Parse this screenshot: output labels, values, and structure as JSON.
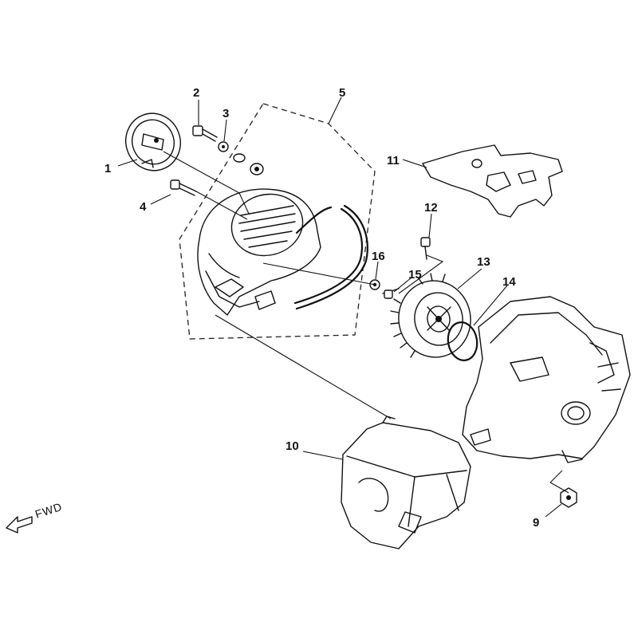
{
  "diagram": {
    "callouts": [
      {
        "id": "1",
        "label": "1"
      },
      {
        "id": "2",
        "label": "2"
      },
      {
        "id": "3",
        "label": "3"
      },
      {
        "id": "4",
        "label": "4"
      },
      {
        "id": "5",
        "label": "5"
      },
      {
        "id": "9",
        "label": "9"
      },
      {
        "id": "10",
        "label": "10"
      },
      {
        "id": "11",
        "label": "11"
      },
      {
        "id": "12",
        "label": "12"
      },
      {
        "id": "13",
        "label": "13"
      },
      {
        "id": "14",
        "label": "14"
      },
      {
        "id": "15",
        "label": "15"
      },
      {
        "id": "16",
        "label": "16"
      }
    ],
    "direction_label": "FWD"
  }
}
